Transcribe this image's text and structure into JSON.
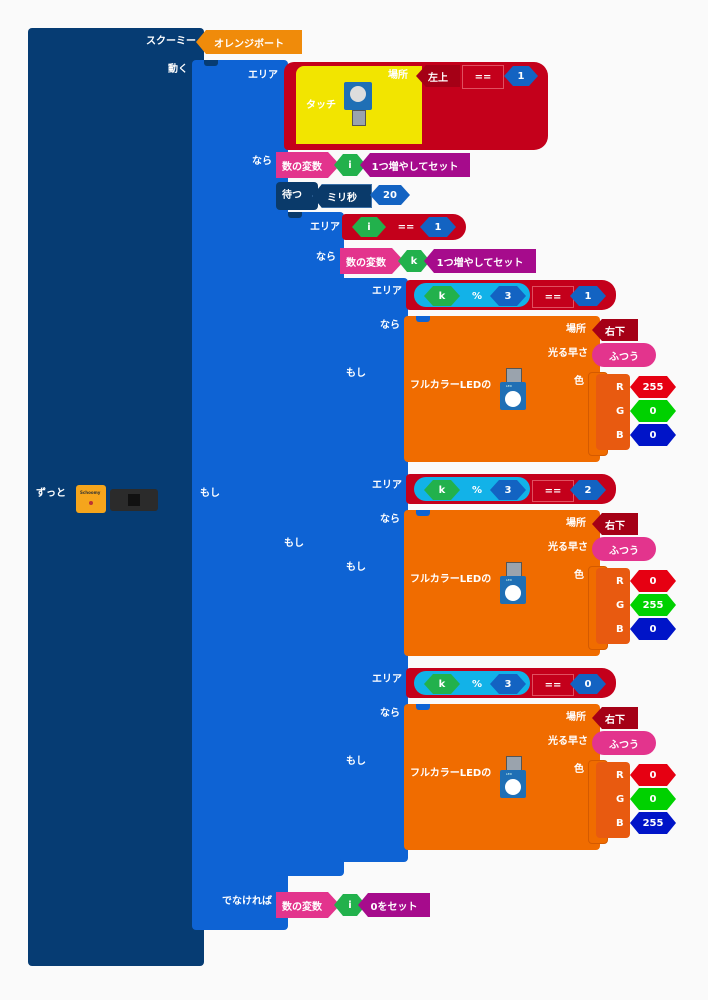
{
  "forever_label": "ずっと",
  "scratchy": {
    "label": "スクーミー",
    "board": "オレンジボート"
  },
  "move_label": "動く",
  "if1": {
    "if_label": "もし",
    "area_label": "エリア",
    "then_label": "なら",
    "else_label": "でなければ",
    "touch": {
      "label": "タッチ",
      "place_label": "場所",
      "place_value": "左上",
      "op": "==",
      "value": "1"
    },
    "then_set": {
      "label": "数の変数",
      "var": "i",
      "action": "1つ増やしてセット"
    },
    "wait": {
      "label": "待つ",
      "unit": "ミリ秒",
      "value": "20"
    },
    "else_set": {
      "label": "数の変数",
      "var": "i",
      "action": "0をセット"
    },
    "if2": {
      "if_label": "もし",
      "area_label": "エリア",
      "then_label": "なら",
      "cond": {
        "var": "i",
        "op": "==",
        "value": "1"
      },
      "then_set": {
        "label": "数の変数",
        "var": "k",
        "action": "1つ増やしてセット"
      },
      "if3": {
        "if_label": "もし",
        "branches": [
          {
            "area_label": "エリア",
            "then_label": "なら",
            "if_label": "もし",
            "var": "k",
            "mod_op": "%",
            "mod_value": "3",
            "eq_op": "==",
            "eq_value": "1",
            "led": {
              "label": "フルカラーLEDの",
              "place_label": "場所",
              "place_value": "右下",
              "speed_label": "光る早さ",
              "speed_value": "ふつう",
              "color_label": "色",
              "r_label": "R",
              "r": "255",
              "g_label": "G",
              "g": "0",
              "b_label": "B",
              "b": "0"
            }
          },
          {
            "area_label": "エリア",
            "then_label": "なら",
            "if_label": "もし",
            "var": "k",
            "mod_op": "%",
            "mod_value": "3",
            "eq_op": "==",
            "eq_value": "2",
            "led": {
              "label": "フルカラーLEDの",
              "place_label": "場所",
              "place_value": "右下",
              "speed_label": "光る早さ",
              "speed_value": "ふつう",
              "color_label": "色",
              "r_label": "R",
              "r": "0",
              "g_label": "G",
              "g": "255",
              "b_label": "B",
              "b": "0"
            }
          },
          {
            "area_label": "エリア",
            "then_label": "なら",
            "if_label": "もし",
            "var": "k",
            "mod_op": "%",
            "mod_value": "3",
            "eq_op": "==",
            "eq_value": "0",
            "led": {
              "label": "フルカラーLEDの",
              "place_label": "場所",
              "place_value": "右下",
              "speed_label": "光る早さ",
              "speed_value": "ふつう",
              "color_label": "色",
              "r_label": "R",
              "r": "0",
              "g_label": "G",
              "g": "0",
              "b_label": "B",
              "b": "255"
            }
          }
        ]
      }
    }
  },
  "board_image": {
    "chip_text": "Schoomy"
  },
  "colors": {
    "forever": "#063c73",
    "if_blue": "#0e63d4",
    "if_dark": "#0b4d9c",
    "area_red": "#c4001b",
    "var_pink": "#e3348d",
    "var_green": "#22b14c",
    "action_purple": "#a60b8c",
    "led_orange": "#f06c00",
    "touch_yellow": "#f2e500",
    "cyan": "#12b2e8",
    "r_red": "#e60012",
    "g_green": "#00d100",
    "b_blue": "#0014c8"
  }
}
